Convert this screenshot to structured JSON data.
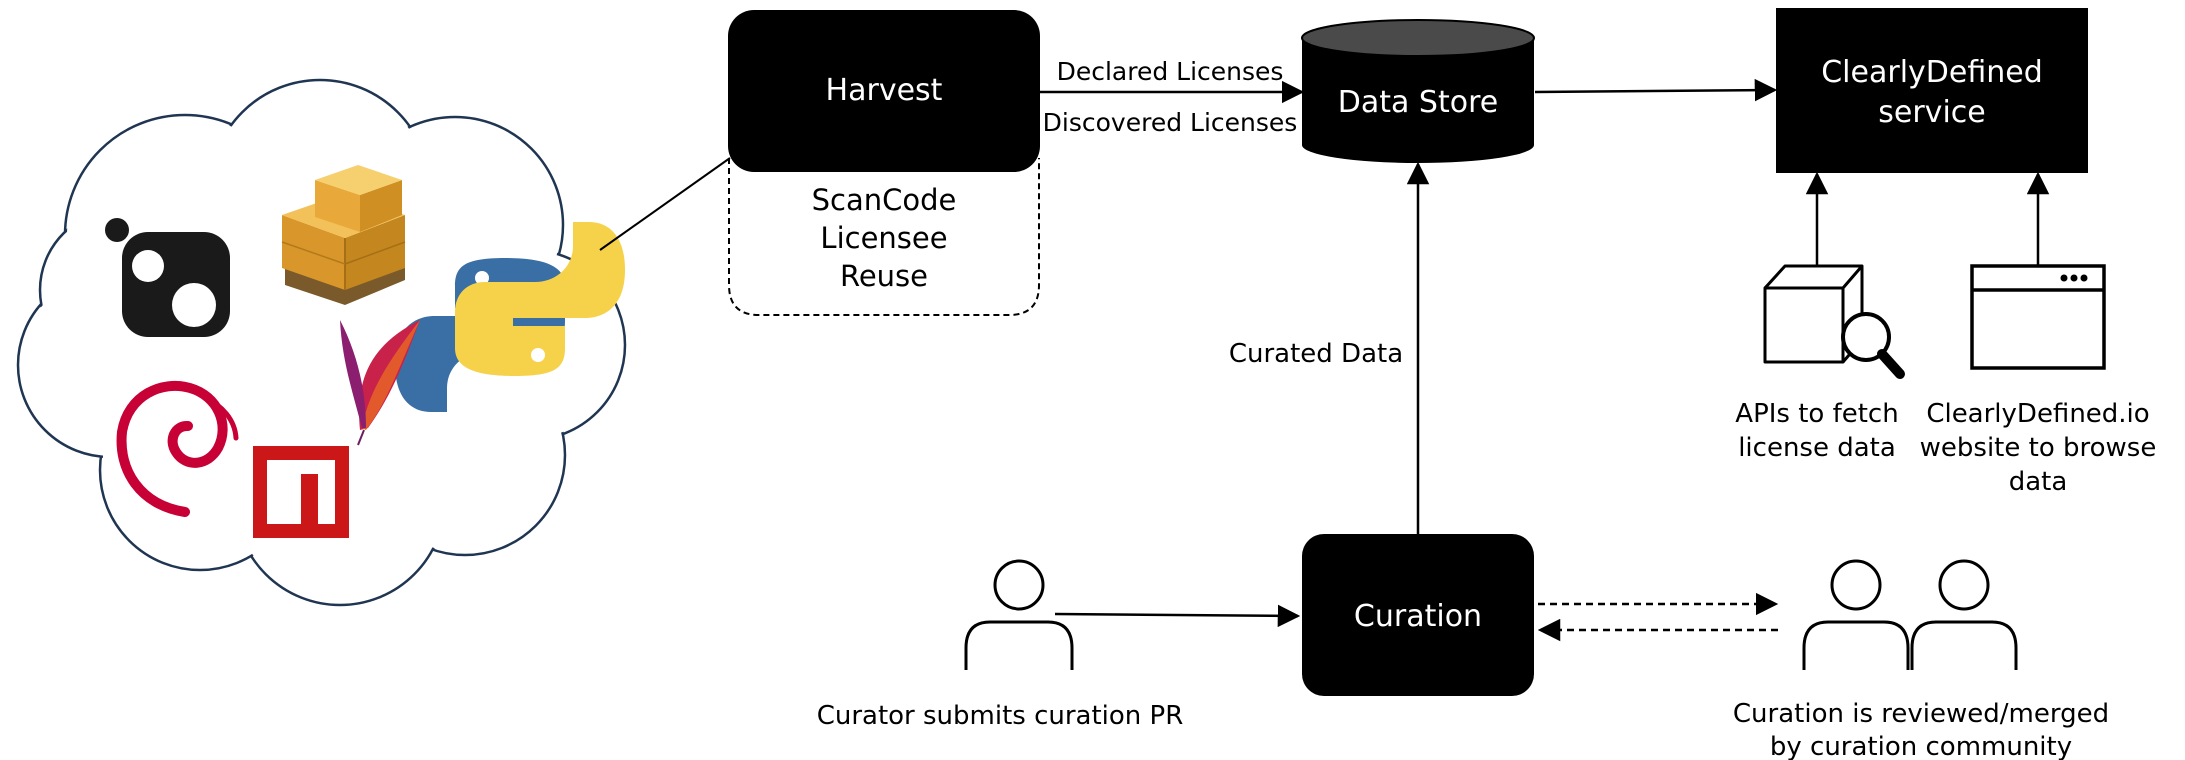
{
  "harvest": {
    "title": "Harvest",
    "tools": [
      "ScanCode",
      "Licensee",
      "Reuse"
    ]
  },
  "edges": {
    "declared": "Declared Licenses",
    "discovered": "Discovered Licenses",
    "curated": "Curated Data"
  },
  "data_store": {
    "title": "Data Store"
  },
  "service": {
    "title_lines": [
      "ClearlyDefined",
      "service"
    ]
  },
  "apis": {
    "caption_lines": [
      "APIs to fetch",
      "license data"
    ]
  },
  "website": {
    "caption_lines": [
      "ClearlyDefined.io",
      "website to browse",
      "data"
    ]
  },
  "curation": {
    "title": "Curation"
  },
  "curator": {
    "caption": "Curator submits curation PR"
  },
  "community": {
    "caption_lines": [
      "Curation is reviewed/merged",
      "by curation community"
    ]
  },
  "cloud_icons": [
    "cocoapods-icon",
    "package-boxes-icon",
    "python-icon",
    "apache-feather-icon",
    "debian-icon",
    "npm-icon"
  ],
  "colors": {
    "node_fill": "#000000",
    "node_text": "#ffffff",
    "python_blue": "#3a6fa5",
    "python_yellow": "#f6d24a",
    "debian_red": "#c70036",
    "npm_red": "#cb1717",
    "box_orange": "#e8a93a"
  }
}
